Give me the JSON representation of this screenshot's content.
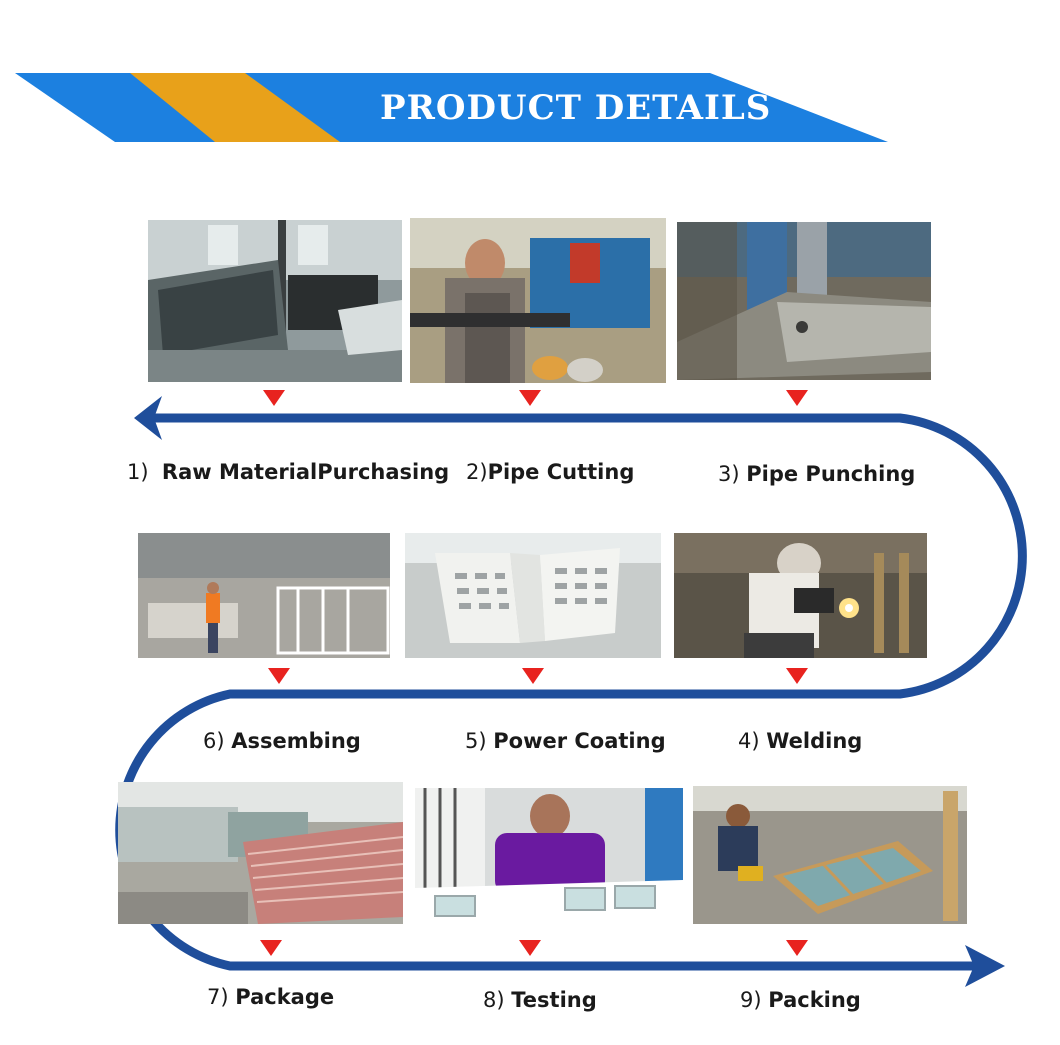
{
  "banner": {
    "title": "PRODUCT DETAILS"
  },
  "colors": {
    "blue": "#1c80e0",
    "orange": "#e8a11a",
    "flow_line": "#1f4e9b",
    "marker": "#e8231f"
  },
  "steps": [
    {
      "num": "1)",
      "name": "Raw MaterialPurchasing",
      "photo": "raw-material-photo"
    },
    {
      "num": "2)",
      "name": "Pipe Cutting",
      "photo": "pipe-cutting-photo"
    },
    {
      "num": "3)",
      "name": "Pipe Punching",
      "photo": "pipe-punching-photo"
    },
    {
      "num": "4)",
      "name": "Welding",
      "photo": "welding-photo"
    },
    {
      "num": "5)",
      "name": "Power Coating",
      "photo": "power-coating-photo"
    },
    {
      "num": "6)",
      "name": "Assembing",
      "photo": "assembling-photo"
    },
    {
      "num": "7)",
      "name": "Package",
      "photo": "package-photo"
    },
    {
      "num": "8)",
      "name": "Testing",
      "photo": "testing-photo"
    },
    {
      "num": "9)",
      "name": "Packing",
      "photo": "packing-photo"
    }
  ]
}
